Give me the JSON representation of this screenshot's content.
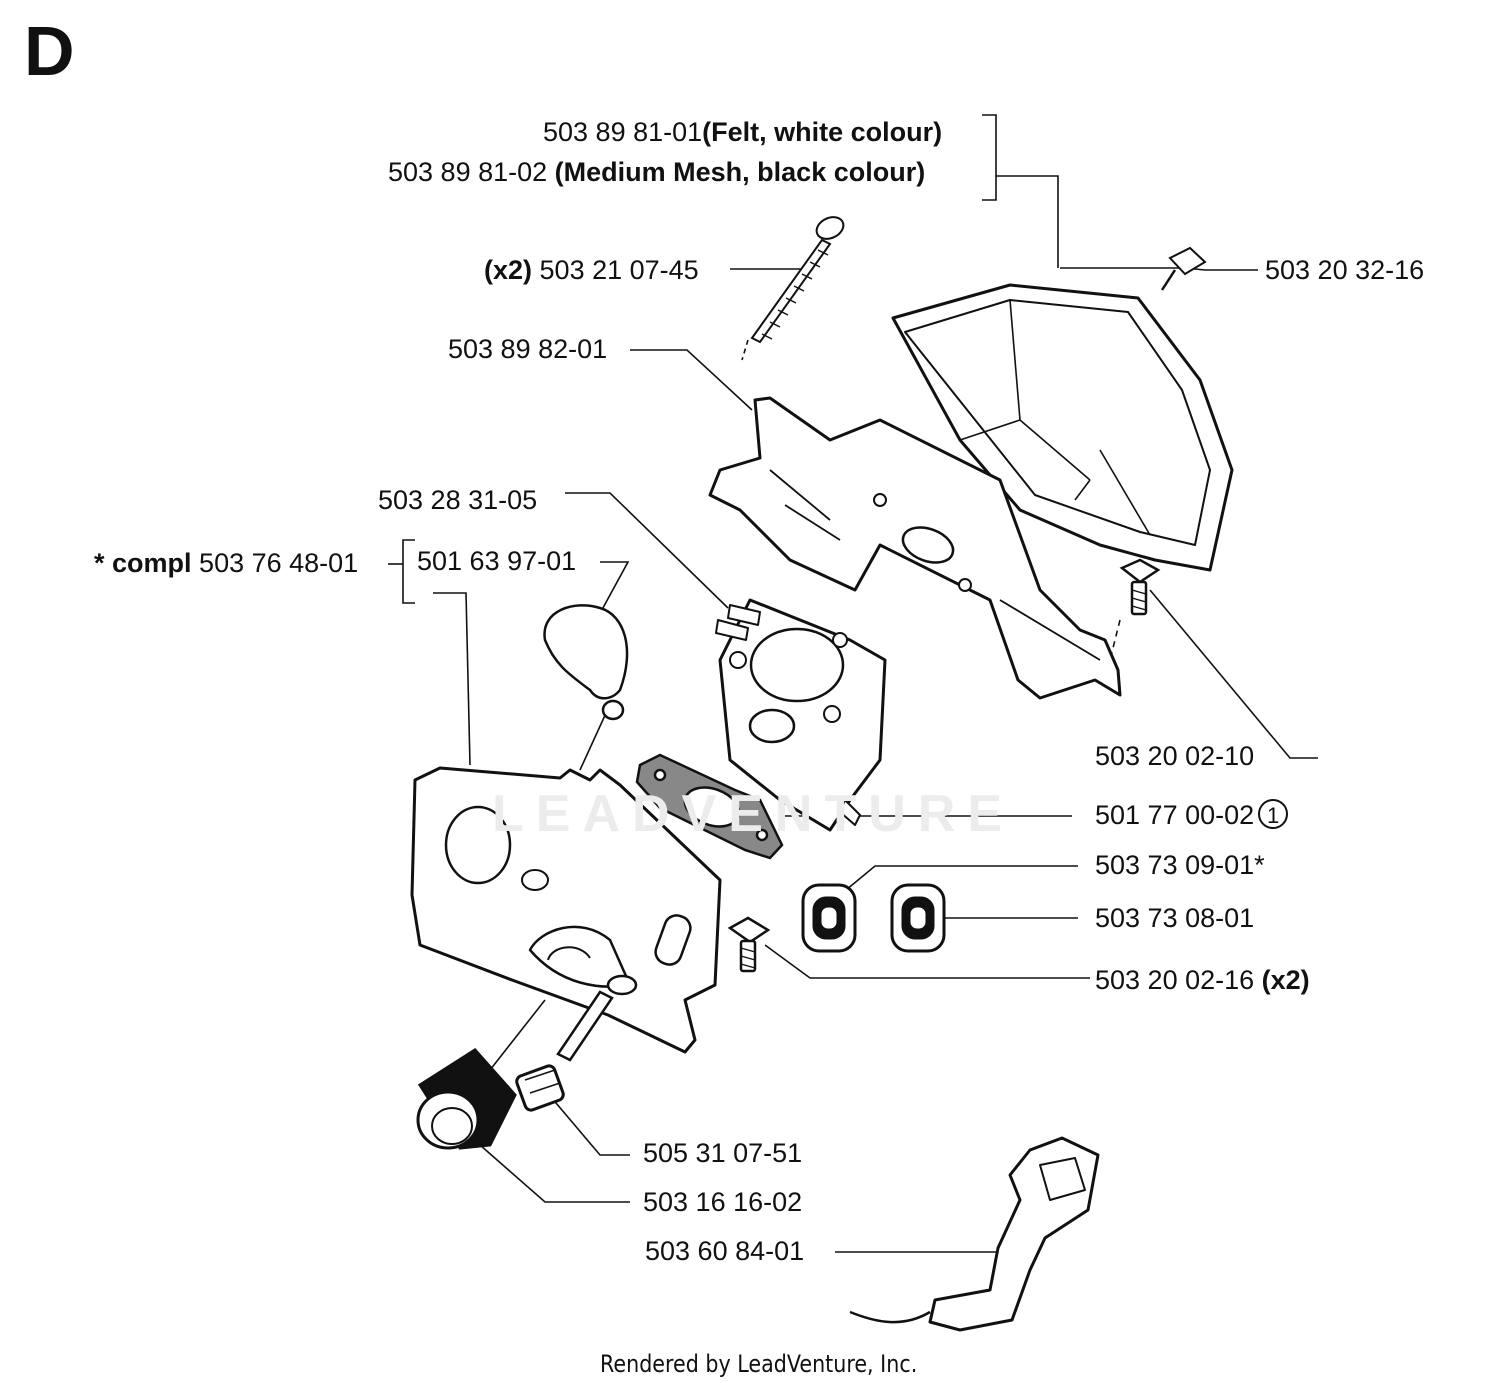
{
  "section_letter": "D",
  "watermark": "LEADVENTURE",
  "footer": "Rendered by LeadVenture, Inc.",
  "callouts": {
    "felt_white": {
      "num": "503 89 81-01",
      "desc": "(Felt, white colour)"
    },
    "medium_mesh": {
      "num": "503 89 81-02",
      "desc": "(Medium Mesh, black colour)"
    },
    "long_screw": {
      "qty": "(x2)",
      "num": "503 21 07-45"
    },
    "cover_screw": {
      "num": "503 20 32-16"
    },
    "filter_holder": {
      "num": "503 89 82-01"
    },
    "carburettor": {
      "num": "503 28 31-05"
    },
    "compl_kit": {
      "prefix": "* compl",
      "num": "503 76 48-01"
    },
    "rubber_plug": {
      "num": "501 63 97-01"
    },
    "holder_screw": {
      "num": "503 20 02-10"
    },
    "gasket": {
      "num": "501 77 00-02",
      "ref": "1"
    },
    "grommet_1": {
      "num": "503 73 09-01*"
    },
    "grommet_2": {
      "num": "503 73 08-01"
    },
    "plate_screw": {
      "num": "503 20 02-16",
      "qty": "(x2)"
    },
    "bushing": {
      "num": "505 31 07-51"
    },
    "knob": {
      "num": "503 16 16-02"
    },
    "throttle_rod": {
      "num": "503 60 84-01"
    }
  }
}
